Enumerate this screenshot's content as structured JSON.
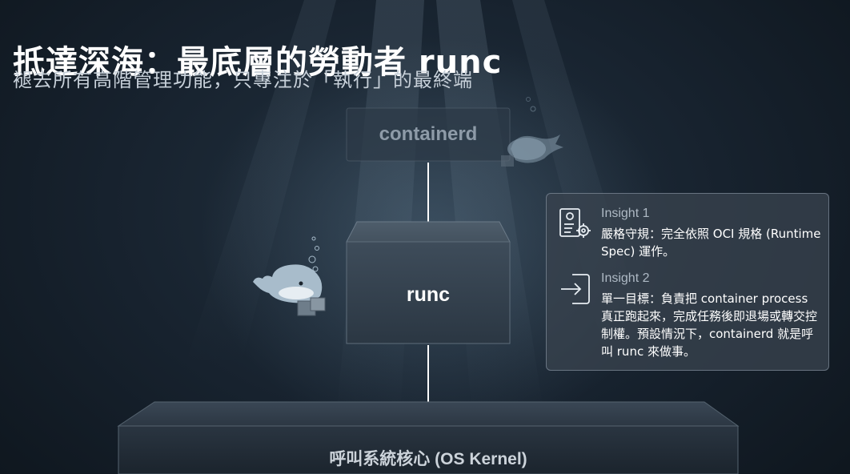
{
  "slide": {
    "title": "抵達深海：最底層的勞動者 runc",
    "subtitle": "褪去所有高階管理功能，只專注於「執行」的最終端"
  },
  "diagram": {
    "top_box_label": "containerd",
    "middle_box_label": "runc",
    "base_label": "呼叫系統核心 (OS Kernel)"
  },
  "insights": [
    {
      "icon": "settings-document-icon",
      "title": "Insight 1",
      "body": "嚴格守規：完全依照 OCI 規格 (Runtime Spec) 運作。"
    },
    {
      "icon": "enter-arrow-icon",
      "title": "Insight 2",
      "body": "單一目標：負責把 container process 真正跑起來，完成任務後即退場或轉交控制權。預設情況下，containerd 就是呼叫 runc 來做事。"
    }
  ],
  "colors": {
    "background": "#17222e",
    "box_face": "#394755",
    "panel": "#38424e",
    "arrow": "#ffffff"
  }
}
